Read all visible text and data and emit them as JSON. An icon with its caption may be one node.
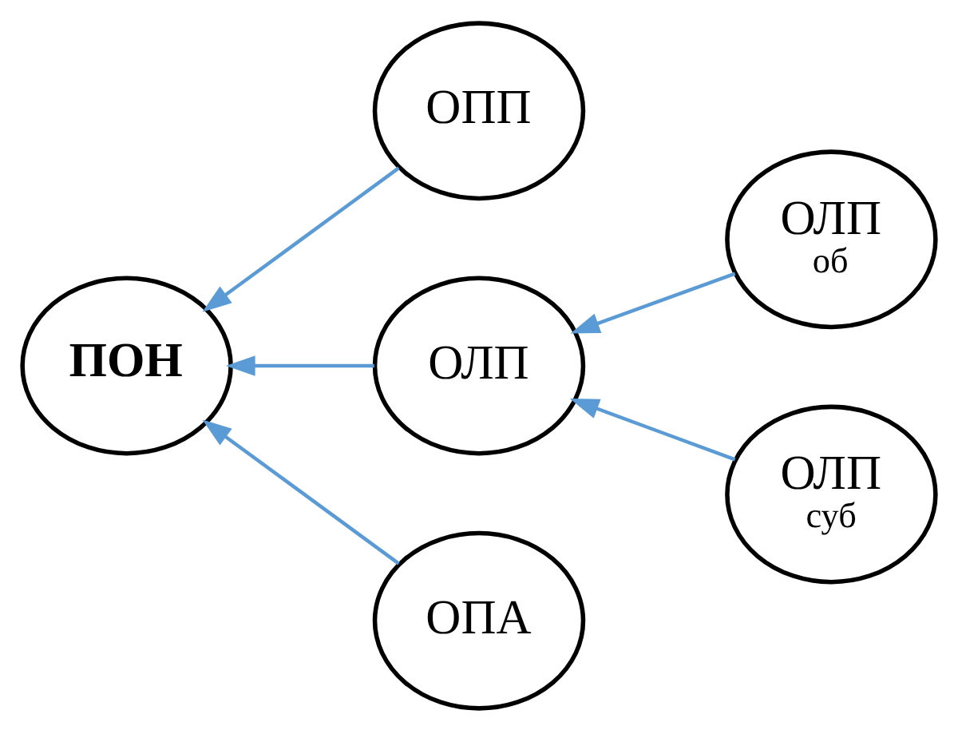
{
  "diagram": {
    "nodes": [
      {
        "text": [
          "ПОН"
        ]
      },
      {
        "text": [
          "ОПП"
        ]
      },
      {
        "text": [
          "ОЛП"
        ]
      },
      {
        "text": [
          "ОЛП",
          "об"
        ]
      },
      {
        "text": [
          "ОЛП",
          "суб"
        ]
      },
      {
        "text": [
          "ОПА"
        ]
      }
    ],
    "edges": [
      {
        "from": 1,
        "to": 0,
        "arrow": "to"
      },
      {
        "from": 2,
        "to": 0,
        "arrow": "to"
      },
      {
        "from": 5,
        "to": 0,
        "arrow": "to"
      },
      {
        "from": 3,
        "to": 2,
        "arrow": "to"
      },
      {
        "from": 4,
        "to": 2,
        "arrow": "to"
      }
    ]
  }
}
